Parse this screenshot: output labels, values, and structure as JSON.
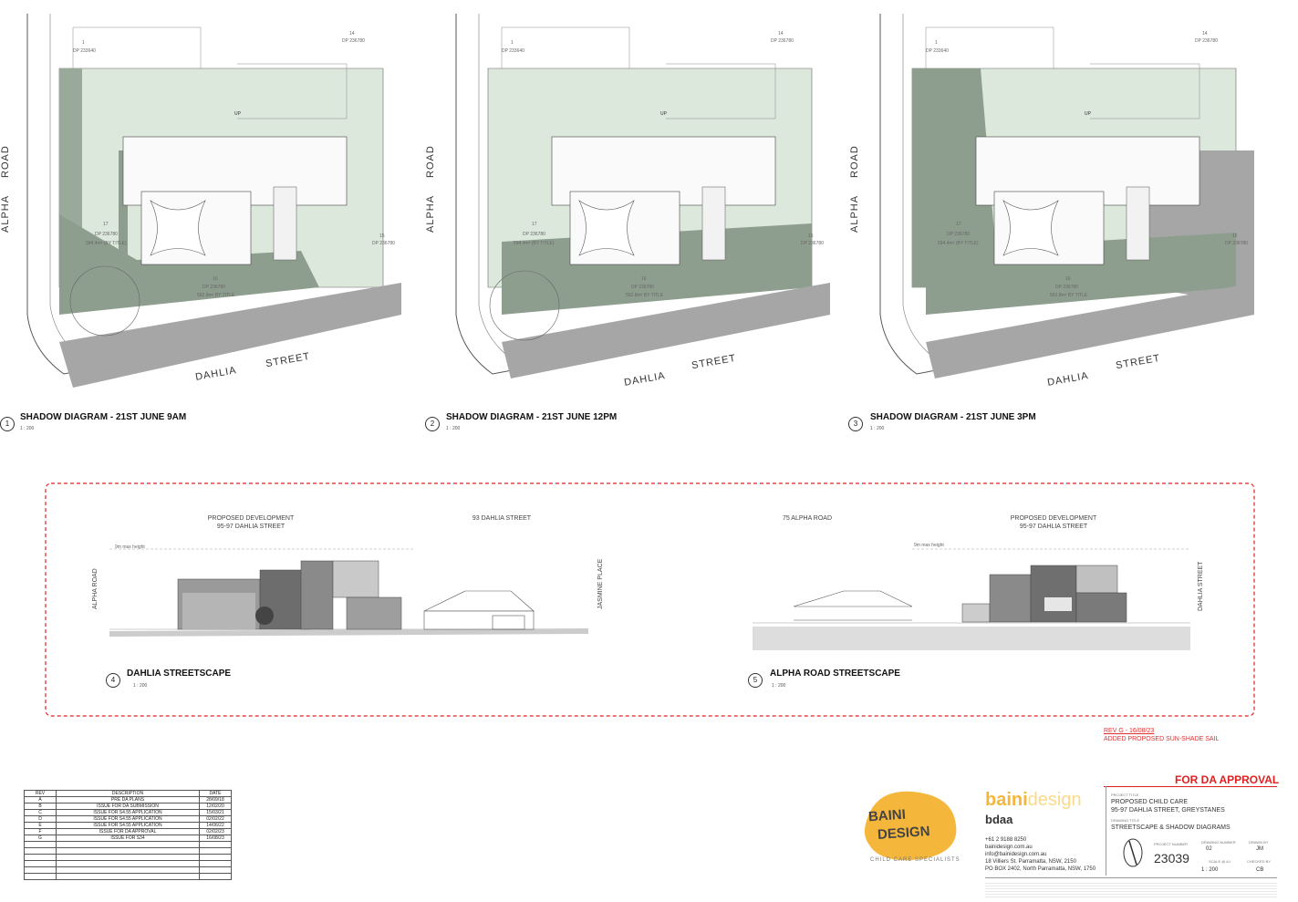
{
  "diagrams": [
    {
      "num": "1",
      "title": "SHADOW DIAGRAM - 21ST JUNE 9AM",
      "scale": "1 : 200"
    },
    {
      "num": "2",
      "title": "SHADOW DIAGRAM - 21ST JUNE 12PM",
      "scale": "1 : 200"
    },
    {
      "num": "3",
      "title": "SHADOW DIAGRAM - 21ST JUNE 3PM",
      "scale": "1 : 200"
    }
  ],
  "plan_labels": {
    "alpha": "ALPHA",
    "road": "ROAD",
    "dahlia": "DAHLIA",
    "street": "STREET",
    "lot17": "17",
    "dp17": "DP 236780",
    "area17": "594.4m² (BY TITLE)",
    "lot16": "16",
    "dp16": "DP 236780",
    "area16": "562.8m² BY TITLE",
    "lot15": "15",
    "dp15": "DP 236780",
    "lot14": "14",
    "dp14": "DP 236780",
    "lot1": "1",
    "dp1": "DP 233640",
    "up": "UP"
  },
  "streetscape": {
    "dahlia": {
      "num": "4",
      "title": "DAHLIA STREETSCAPE",
      "scale": "1 : 200",
      "label_dev": "PROPOSED DEVELOPMENT",
      "label_dev_addr": "95-97 DAHLIA STREET",
      "label_93": "93 DAHLIA STREET",
      "left_road": "ALPHA ROAD",
      "right_road": "JASMINE PLACE",
      "max_height": "9m max height"
    },
    "alpha": {
      "num": "5",
      "title": "ALPHA ROAD STREETSCAPE",
      "scale": "1 : 200",
      "label_75": "75 ALPHA ROAD",
      "label_dev": "PROPOSED DEVELOPMENT",
      "label_dev_addr": "95-97 DAHLIA STREET",
      "right_road": "DAHLIA STREET",
      "max_height": "9m max height"
    }
  },
  "revision_note": {
    "line1": "REV G - 16/08/23",
    "line2": "ADDED PROPOSED SUN-SHADE SAIL"
  },
  "rev_table": {
    "headers": [
      "REV",
      "DESCRIPTION",
      "DATE"
    ],
    "rows": [
      [
        "A",
        "PRE DA PLANS",
        "28/09/18"
      ],
      [
        "B",
        "ISSUE FOR DA SUBMISSION",
        "12/02/20"
      ],
      [
        "C",
        "ISSUE FOR S4.55 APPLICATION",
        "15/03/21"
      ],
      [
        "D",
        "ISSUE FOR S4.55 APPLICATION",
        "02/02/22"
      ],
      [
        "E",
        "ISSUE FOR S4.55 APPLICATION",
        "14/06/22"
      ],
      [
        "F",
        "ISSUE FOR DA APPROVAL",
        "02/02/23"
      ],
      [
        "G",
        "ISSUE FOR S34",
        "16/08/23"
      ]
    ]
  },
  "title_block": {
    "approval": "FOR DA APPROVAL",
    "logo_line1": "BAINI",
    "logo_line2": "DESIGN",
    "logo_tag": "CHILD CARE SPECIALISTS",
    "brand_a": "baini",
    "brand_b": "design",
    "bdaa": "bdaa",
    "phone": "+61 2 9188 8250",
    "web": "bainidesign.com.au",
    "email": "info@bainidesign.com.au",
    "addr1": "18 Villiers St. Parramatta, NSW, 2150",
    "addr2": "PO BOX 2402, North Parramatta, NSW, 1750",
    "project_title_label": "PROJECT TITLE",
    "project_title": "PROPOSED CHILD CARE",
    "project_addr": "95-97 DAHLIA STREET, GREYSTANES",
    "drawing_title_label": "DRAWING TITLE",
    "drawing_title": "STREETSCAPE & SHADOW DIAGRAMS",
    "project_number_label": "PROJECT NUMBER",
    "project_number": "23039",
    "drawing_number_label": "DRAWING NUMBER",
    "drawing_number": "02",
    "drawn_by_label": "DRAWN BY",
    "drawn_by": "JM",
    "scale_label": "SCALE @ A1",
    "scale": "1 : 200",
    "checked_by_label": "CHECKED BY",
    "checked_by": "CB"
  },
  "colors": {
    "shadow": "#8e9e8e",
    "site": "#dce8dc",
    "road": "#9e9e9e",
    "cloud": "#e02020",
    "logo": "#f5b73b"
  }
}
